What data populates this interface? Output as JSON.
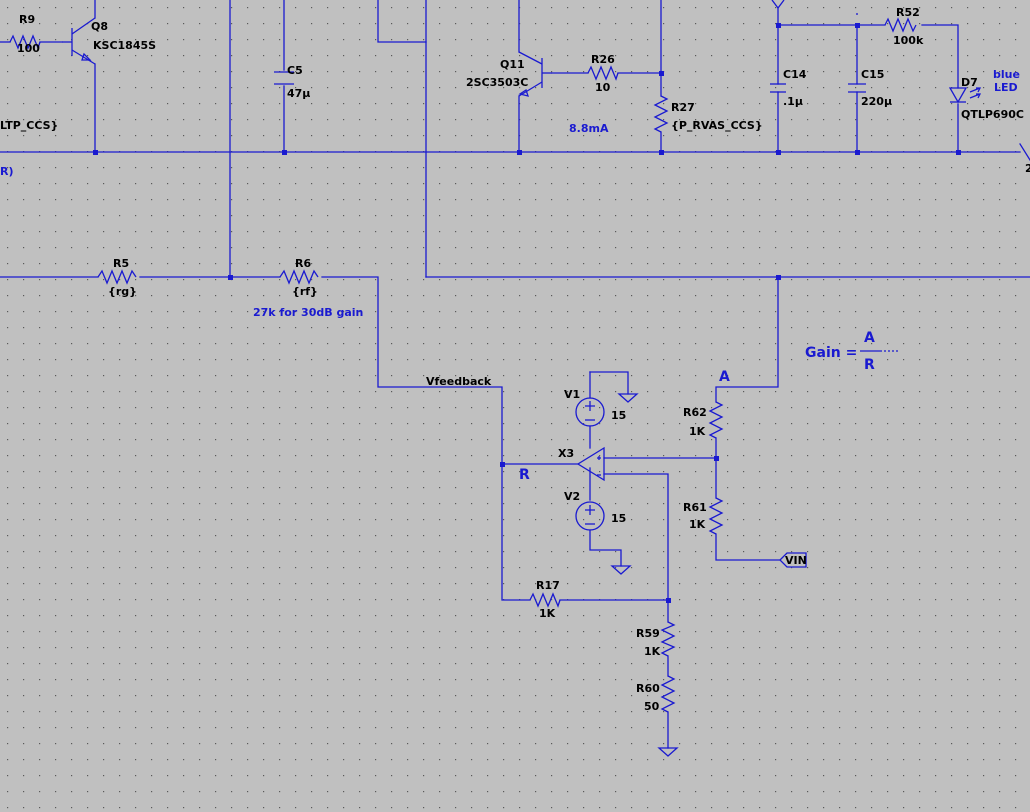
{
  "components": {
    "R9": {
      "ref": "R9",
      "value": "100"
    },
    "Q8": {
      "ref": "Q8",
      "value": "KSC1845S"
    },
    "C5": {
      "ref": "C5",
      "value": "47µ"
    },
    "Q11": {
      "ref": "Q11",
      "value": "2SC3503C"
    },
    "R26": {
      "ref": "R26",
      "value": "10"
    },
    "R27": {
      "ref": "R27",
      "value": "{P_RVAS_CCS}"
    },
    "C14": {
      "ref": "C14",
      "value": ".1µ"
    },
    "C15": {
      "ref": "C15",
      "value": "220µ"
    },
    "R52": {
      "ref": "R52",
      "value": "100k"
    },
    "D7": {
      "ref": "D7",
      "value": "QTLP690C"
    },
    "R5": {
      "ref": "R5",
      "value": "{rg}"
    },
    "R6": {
      "ref": "R6",
      "value": "{rf}"
    },
    "V1": {
      "ref": "V1",
      "value": "15"
    },
    "V2": {
      "ref": "V2",
      "value": "15"
    },
    "X3": {
      "ref": "X3"
    },
    "R62": {
      "ref": "R62",
      "value": "1K"
    },
    "R61": {
      "ref": "R61",
      "value": "1K"
    },
    "R17": {
      "ref": "R17",
      "value": "1K"
    },
    "R59": {
      "ref": "R59",
      "value": "1K"
    },
    "R60": {
      "ref": "R60",
      "value": "50"
    }
  },
  "labels": {
    "left_partial": "LTP_CCS}",
    "left_partial2": "R)",
    "right_partial": "2",
    "current_note": "8.8mA",
    "led_note_1": "blue",
    "led_note_2": "LED",
    "gain_note": "27k for 30dB gain",
    "net_vfeedback": "Vfeedback",
    "net_a": "A",
    "net_r": "R",
    "vin_flag": "VIN"
  },
  "formula": {
    "lhs": "Gain =",
    "numerator": "A",
    "denominator": "R"
  },
  "colors": {
    "background": "#c0c0c0",
    "wire": "#1a1ad0",
    "grid_dot": "#5a5a5a"
  }
}
